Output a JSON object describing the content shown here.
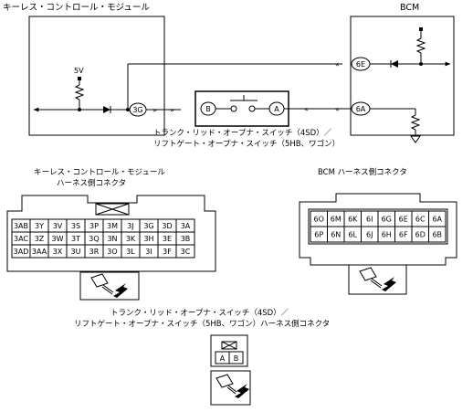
{
  "labels": {
    "keyless_module": "キーレス・コントロール・モジュール",
    "bcm": "BCM",
    "switch_line1": "トランク・リッド・オープナ・スイッチ（4SD）／",
    "switch_line2": "リフトゲート・オープナ・スイッチ（5HB、ワゴン）",
    "keyless_harness_line1": "キーレス・コントロール・モジュール",
    "keyless_harness_line2": "ハーネス側コネクタ",
    "bcm_harness": "BCM ハーネス側コネクタ",
    "switch_harness_line1": "トランク・リッド・オープナ・スイッチ（4SD）／",
    "switch_harness_line2": "リフトゲート・オープナ・スイッチ（5HB、ワゴン）ハーネス側コネクタ"
  },
  "circuit": {
    "voltage": "5V",
    "keyless_terminal": "3G",
    "switch_terminal_b": "B",
    "switch_terminal_a": "A",
    "bcm_terminal_upper": "6E",
    "bcm_terminal_lower": "6A"
  },
  "keyless_connector": {
    "rows": [
      [
        "3AB",
        "3Y",
        "3V",
        "3S",
        "3P",
        "3M",
        "3J",
        "3G",
        "3D",
        "3A"
      ],
      [
        "3AC",
        "3Z",
        "3W",
        "3T",
        "3Q",
        "3N",
        "3K",
        "3H",
        "3E",
        "3B"
      ],
      [
        "3AD",
        "3AA",
        "3X",
        "3U",
        "3R",
        "3O",
        "3L",
        "3I",
        "3F",
        "3C"
      ]
    ]
  },
  "bcm_connector": {
    "rows": [
      [
        "6O",
        "6M",
        "6K",
        "6I",
        "6G",
        "6E",
        "6C",
        "6A"
      ],
      [
        "6P",
        "6N",
        "6L",
        "6J",
        "6H",
        "6F",
        "6D",
        "6B"
      ]
    ]
  },
  "switch_connector": {
    "pins": [
      "A",
      "B"
    ]
  }
}
